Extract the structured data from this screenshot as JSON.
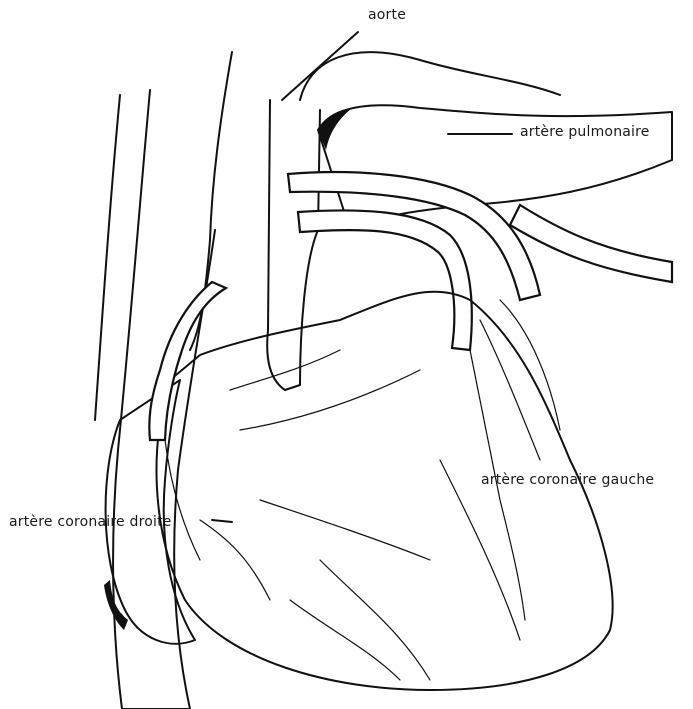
{
  "labels": {
    "aorta": "aorte",
    "pulmonary_artery": "artère pulmonaire",
    "left_coronary": "artère coronaire gauche",
    "right_coronary": "artère coronaire droite"
  },
  "colors": {
    "ink": "#111111",
    "background": "#ffffff"
  }
}
